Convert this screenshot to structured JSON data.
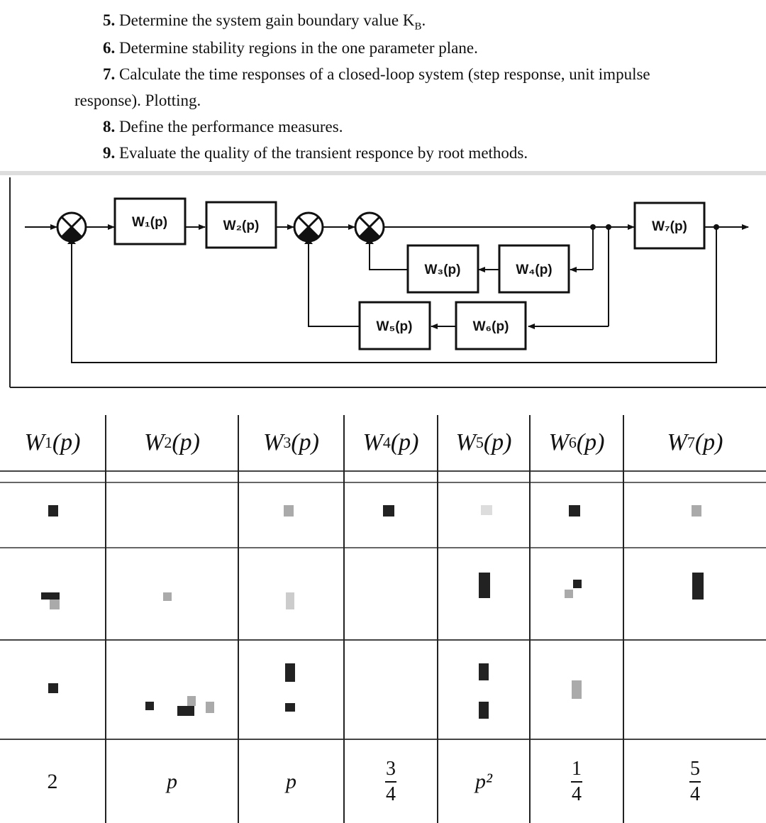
{
  "tasks": [
    {
      "num": "5.",
      "text": "Determine the system gain boundary value K",
      "sub": "B",
      "tail": "."
    },
    {
      "num": "6.",
      "text": "Determine stability regions in the one parameter plane."
    },
    {
      "num": "7.",
      "text": "Calculate the time responses of a closed-loop system (step response, unit impulse"
    },
    {
      "num": "",
      "text": "response). Plotting."
    },
    {
      "num": "8.",
      "text": "Define the performance measures."
    },
    {
      "num": "9.",
      "text": "Evaluate the quality of the transient responce by root methods."
    }
  ],
  "diagram": {
    "blocks": [
      "W₁(p)",
      "W₂(p)",
      "W₃(p)",
      "W₄(p)",
      "W₅(p)",
      "W₆(p)",
      "W₇(p)"
    ]
  },
  "table": {
    "headers": [
      {
        "main": "W",
        "sub": "1",
        "arg": "(p)"
      },
      {
        "main": "W",
        "sub": "2",
        "arg": "(p)"
      },
      {
        "main": "W",
        "sub": "3",
        "arg": "(p)"
      },
      {
        "main": "W",
        "sub": "4",
        "arg": "(p)"
      },
      {
        "main": "W",
        "sub": "5",
        "arg": "(p)"
      },
      {
        "main": "W",
        "sub": "6",
        "arg": "(p)"
      },
      {
        "main": "W",
        "sub": "7",
        "arg": "(p)"
      }
    ],
    "last_row": {
      "w1": "2",
      "w2": "p",
      "w3": "p",
      "w4_num": "3",
      "w4_den": "4",
      "w5": "p²",
      "w6_num": "1",
      "w6_den": "4",
      "w7_num": "5",
      "w7_den": "4"
    }
  }
}
